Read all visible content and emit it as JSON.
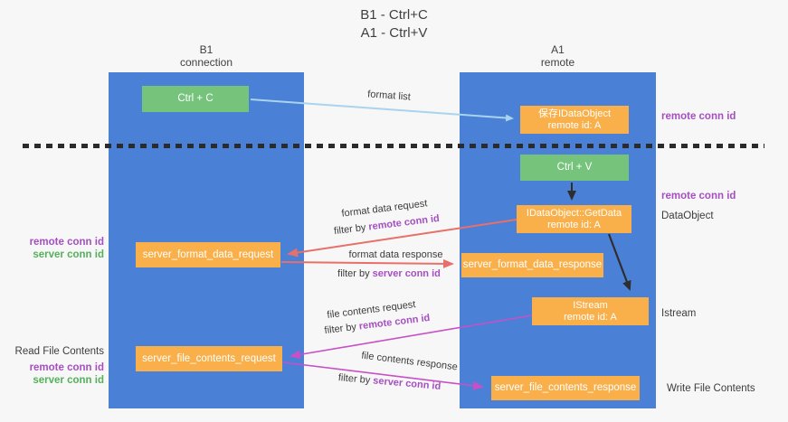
{
  "title": {
    "line1": "B1 - Ctrl+C",
    "line2": "A1 - Ctrl+V"
  },
  "columns": {
    "left": {
      "name": "B1",
      "role": "connection"
    },
    "right": {
      "name": "A1",
      "role": "remote"
    }
  },
  "nodes": {
    "ctrl_c": {
      "label": "Ctrl + C"
    },
    "saved_dataobject": {
      "label": "保存IDataObject",
      "sub": "remote id: A"
    },
    "ctrl_v": {
      "label": "Ctrl + V"
    },
    "getdata": {
      "label": "IDataObject::GetData",
      "sub": "remote id: A"
    },
    "format_request": {
      "label": "server_format_data_request"
    },
    "format_response": {
      "label": "server_format_data_response"
    },
    "istream": {
      "label": "IStream",
      "sub": "remote id: A"
    },
    "file_request": {
      "label": "server_file_contents_request"
    },
    "file_response": {
      "label": "server_file_contents_response"
    }
  },
  "flow_labels": {
    "format_list": "format list",
    "format_data_request": "format data request",
    "format_data_response": "format data response",
    "file_contents_request": "file contents request",
    "file_contents_response": "file contents response",
    "filter_by": "filter by ",
    "remote_conn_id": "remote conn id",
    "server_conn_id": "server conn id"
  },
  "side_labels": {
    "remote_conn_id": "remote conn id",
    "server_conn_id": "server conn id",
    "data_object": "DataObject",
    "istream": "Istream",
    "read_file_contents": "Read File Contents",
    "write_file_contents": "Write File Contents"
  },
  "colors": {
    "lane_blue": "#4a80d6",
    "node_orange": "#f9b04a",
    "node_green": "#76c47c",
    "arrow_blue": "#a9d3ee",
    "arrow_red": "#e8706a",
    "arrow_magenta": "#c750c7",
    "arrow_black": "#2e2e2e",
    "text_purple": "#a54fc0",
    "text_green": "#55b05a",
    "background": "#f7f7f8"
  }
}
